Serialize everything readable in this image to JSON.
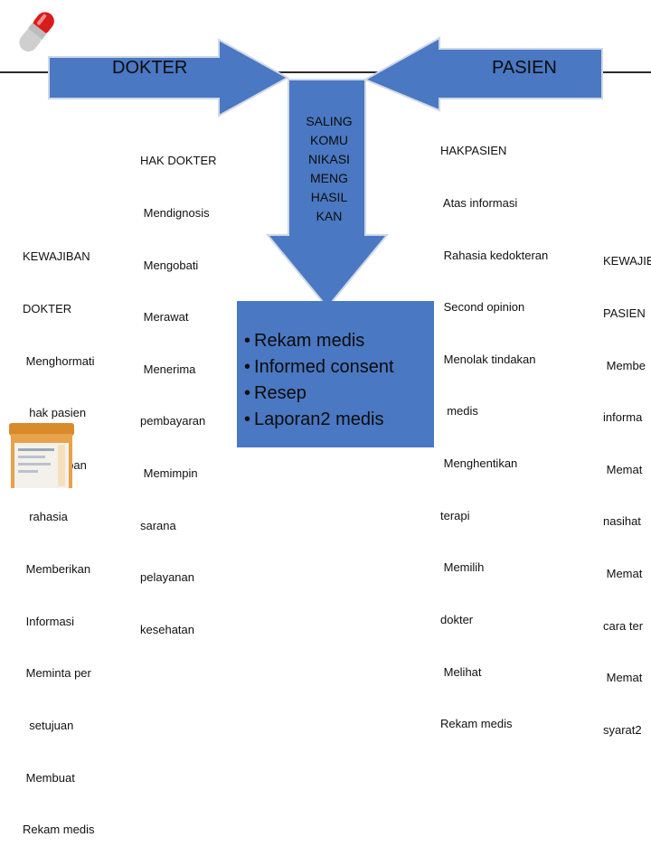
{
  "header": {
    "dokter_label": "DOKTER",
    "pasien_label": "PASIEN"
  },
  "kewajiban_dokter": {
    "title_lines": [
      "KEWAJIBAN",
      "DOKTER"
    ],
    "items": [
      " Menghormati",
      "  hak pasien",
      " Menyimpan",
      "  rahasia",
      " Memberikan",
      " Informasi",
      " Meminta per",
      "  setujuan",
      " Membuat",
      "Rekam medis"
    ]
  },
  "hak_dokter": {
    "title": "HAK DOKTER",
    "items": [
      " Mendignosis",
      " Mengobati",
      " Merawat",
      " Menerima",
      "pembayaran",
      " Memimpin",
      "sarana",
      "pelayanan",
      "kesehatan"
    ]
  },
  "center": {
    "lines": [
      "SALING",
      "KOMU",
      "NIKASI",
      "MENG",
      "HASIL",
      "KAN"
    ]
  },
  "hak_pasien": {
    "title": "HAKPASIEN",
    "items": [
      " Atas informasi",
      " Rahasia kedokteran",
      " Second opinion",
      " Menolak tindakan",
      "  medis",
      " Menghentikan",
      "terapi",
      " Memilih",
      "dokter",
      " Melihat",
      "Rekam medis"
    ]
  },
  "kewajiban_pasien": {
    "title_lines": [
      "KEWAJIB",
      "PASIEN"
    ],
    "items": [
      " Membe",
      "informa",
      " Memat",
      "nasihat",
      " Memat",
      "cara ter",
      " Memat",
      "syarat2"
    ]
  },
  "documents": {
    "items": [
      "Rekam medis",
      "Informed consent",
      "Resep",
      "Laporan2 medis"
    ]
  },
  "colors": {
    "arrow_fill": "#4a78c2",
    "arrow_edge": "#cfd8e6",
    "box_fill": "#4a78c2"
  },
  "icons": [
    "pill-capsule-icon",
    "medicine-bottle-icon"
  ]
}
